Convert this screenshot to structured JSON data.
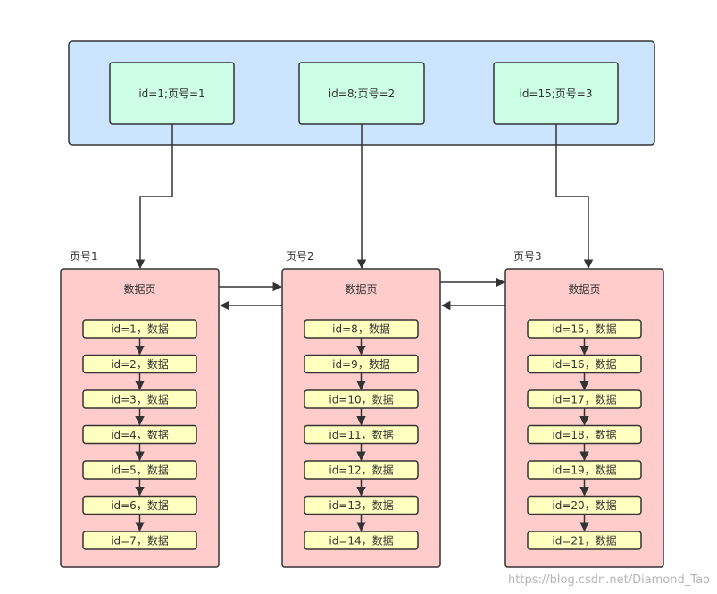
{
  "index_entries": [
    {
      "label": "id=1;页号=1"
    },
    {
      "label": "id=8;页号=2"
    },
    {
      "label": "id=15;页号=3"
    }
  ],
  "pages": [
    {
      "page_label": "页号1",
      "title": "数据页",
      "records": [
        "id=1，数据",
        "id=2，数据",
        "id=3，数据",
        "id=4，数据",
        "id=5，数据",
        "id=6，数据",
        "id=7，数据"
      ]
    },
    {
      "page_label": "页号2",
      "title": "数据页",
      "records": [
        "id=8，数据",
        "id=9，数据",
        "id=10，数据",
        "id=11，数据",
        "id=12，数据",
        "id=13，数据",
        "id=14，数据"
      ]
    },
    {
      "page_label": "页号3",
      "title": "数据页",
      "records": [
        "id=15，数据",
        "id=16，数据",
        "id=17，数据",
        "id=18，数据",
        "id=19，数据",
        "id=20，数据",
        "id=21，数据"
      ]
    }
  ],
  "watermark": "https://blog.csdn.net/Diamond_Tao",
  "colors": {
    "index_fill": "#cce5ff",
    "index_entry_fill": "#ccffe6",
    "page_fill": "#ffcccc",
    "record_fill": "#ffffc0",
    "stroke": "#333333"
  }
}
